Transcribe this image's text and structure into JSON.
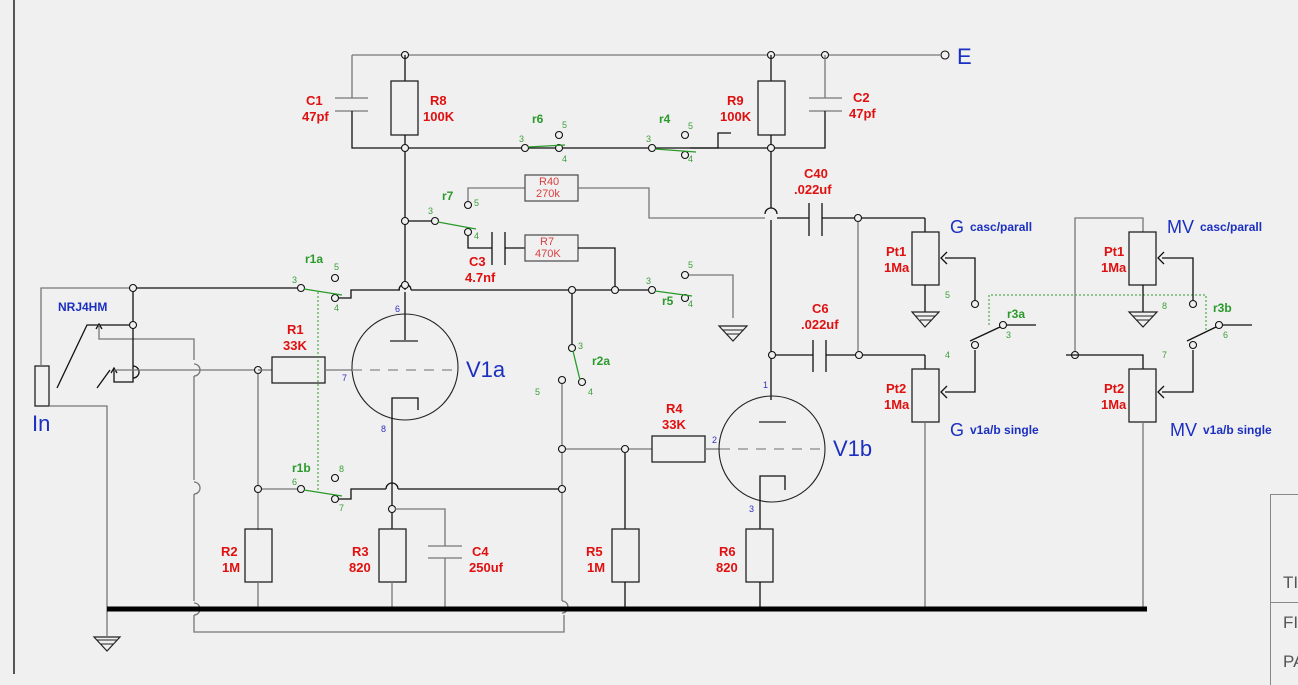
{
  "schematic": {
    "terminals": {
      "supply": "E",
      "input": "In",
      "jack": "NRJ4HM"
    },
    "tubes": [
      {
        "name": "V1a",
        "pins": {
          "plate": "6",
          "grid": "7",
          "cathode": "8"
        }
      },
      {
        "name": "V1b",
        "pins": {
          "plate": "1",
          "grid": "2",
          "cathode": "3"
        }
      }
    ],
    "resistors": [
      {
        "ref": "R1",
        "value": "33K"
      },
      {
        "ref": "R2",
        "value": "1M"
      },
      {
        "ref": "R3",
        "value": "820"
      },
      {
        "ref": "R4",
        "value": "33K"
      },
      {
        "ref": "R5",
        "value": "1M"
      },
      {
        "ref": "R6",
        "value": "820"
      },
      {
        "ref": "R7",
        "value": "470K"
      },
      {
        "ref": "R8",
        "value": "100K"
      },
      {
        "ref": "R9",
        "value": "100K"
      },
      {
        "ref": "R40",
        "value": "270k"
      }
    ],
    "capacitors": [
      {
        "ref": "C1",
        "value": "47pf"
      },
      {
        "ref": "C2",
        "value": "47pf"
      },
      {
        "ref": "C3",
        "value": "4.7nf"
      },
      {
        "ref": "C4",
        "value": "250uf"
      },
      {
        "ref": "C6",
        "value": ".022uf"
      },
      {
        "ref": "C40",
        "value": ".022uf"
      }
    ],
    "pots": [
      {
        "ref": "Pt1",
        "value": "1Ma",
        "group": "G",
        "mode": "casc/parall"
      },
      {
        "ref": "Pt2",
        "value": "1Ma",
        "group": "G",
        "mode": "v1a/b single"
      },
      {
        "ref": "Pt1",
        "value": "1Ma",
        "group": "MV",
        "mode": "casc/parall"
      },
      {
        "ref": "Pt2",
        "value": "1Ma",
        "group": "MV",
        "mode": "v1a/b single"
      }
    ],
    "relays": [
      {
        "name": "r1a",
        "pins": [
          "3",
          "4",
          "5"
        ]
      },
      {
        "name": "r1b",
        "pins": [
          "6",
          "7",
          "8"
        ]
      },
      {
        "name": "r2a",
        "pins": [
          "3",
          "4",
          "5"
        ]
      },
      {
        "name": "r3a",
        "pins": [
          "3",
          "4",
          "5"
        ]
      },
      {
        "name": "r3b",
        "pins": [
          "6",
          "7",
          "8"
        ]
      },
      {
        "name": "r4",
        "pins": [
          "3",
          "4",
          "5"
        ]
      },
      {
        "name": "r5",
        "pins": [
          "3",
          "4",
          "5"
        ]
      },
      {
        "name": "r6",
        "pins": [
          "3",
          "4",
          "5"
        ]
      },
      {
        "name": "r7",
        "pins": [
          "3",
          "4",
          "5"
        ]
      }
    ]
  },
  "title_block": {
    "rows": [
      "TI",
      "FI",
      "PA"
    ]
  }
}
